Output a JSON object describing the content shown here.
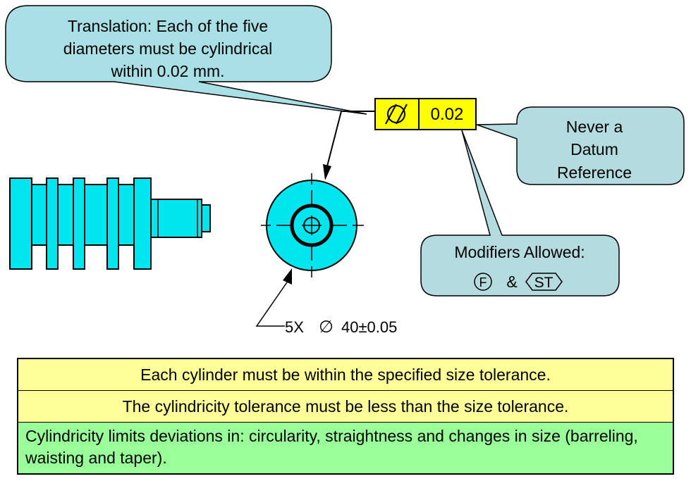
{
  "callouts": {
    "translation": [
      "Translation:  Each of the five",
      "diameters must be cylindrical",
      "within 0.02 mm."
    ],
    "datum": [
      "Never a",
      "Datum",
      "Reference"
    ],
    "modifiers_title": "Modifiers Allowed:",
    "modifier_f": "F",
    "modifier_and": "&",
    "modifier_st": "ST"
  },
  "feature_control_frame": {
    "symbol": "cylindricity",
    "tolerance": "0.02"
  },
  "dimension": {
    "count": "5X",
    "diameter_symbol": "∅",
    "value": "40±0.05"
  },
  "rules": [
    "Each cylinder must be within the specified size tolerance.",
    "The cylindricity tolerance must be less than the size tolerance.",
    "Cylindricity limits deviations in: circularity, straightness and changes in size (barreling, waisting and taper)."
  ],
  "colors": {
    "part": "#00e5ee",
    "callout": "#a8e0e6",
    "callout_alt": "#b4dce0",
    "frame": "#ffff00",
    "rule_yellow": "#ffff99",
    "rule_green": "#99ff99"
  }
}
